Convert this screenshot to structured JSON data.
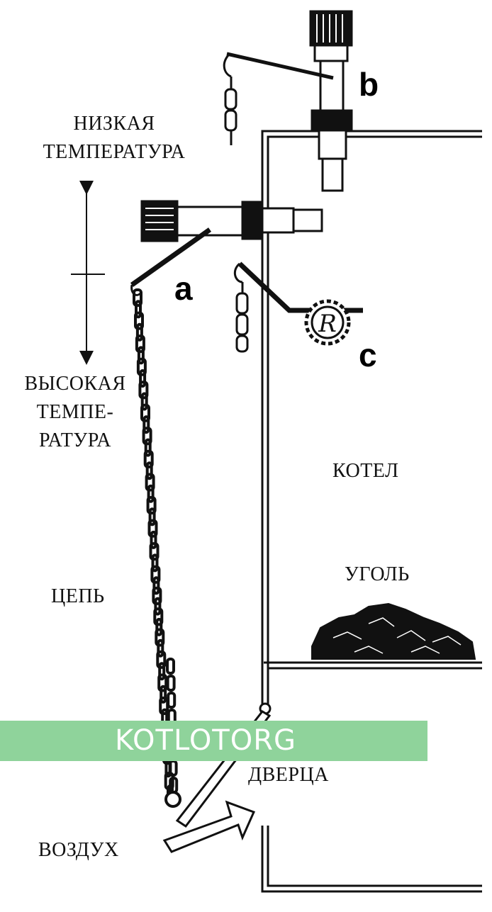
{
  "labels": {
    "low_temp": [
      "НИЗКАЯ",
      "ТЕМПЕРАТУРА"
    ],
    "high_temp": [
      "ВЫСОКАЯ",
      "ТЕМПЕ-",
      "РАТУРА"
    ],
    "boiler": "КОТЕЛ",
    "coal": "УГОЛЬ",
    "chain": "ЦЕПЬ",
    "door": "ДВЕРЦА",
    "air": "ВОЗДУХ"
  },
  "callouts": {
    "a": "a",
    "b": "b",
    "c": "c"
  },
  "watermark": {
    "text": "KOTLOTORG",
    "color": "#8fd39b"
  }
}
